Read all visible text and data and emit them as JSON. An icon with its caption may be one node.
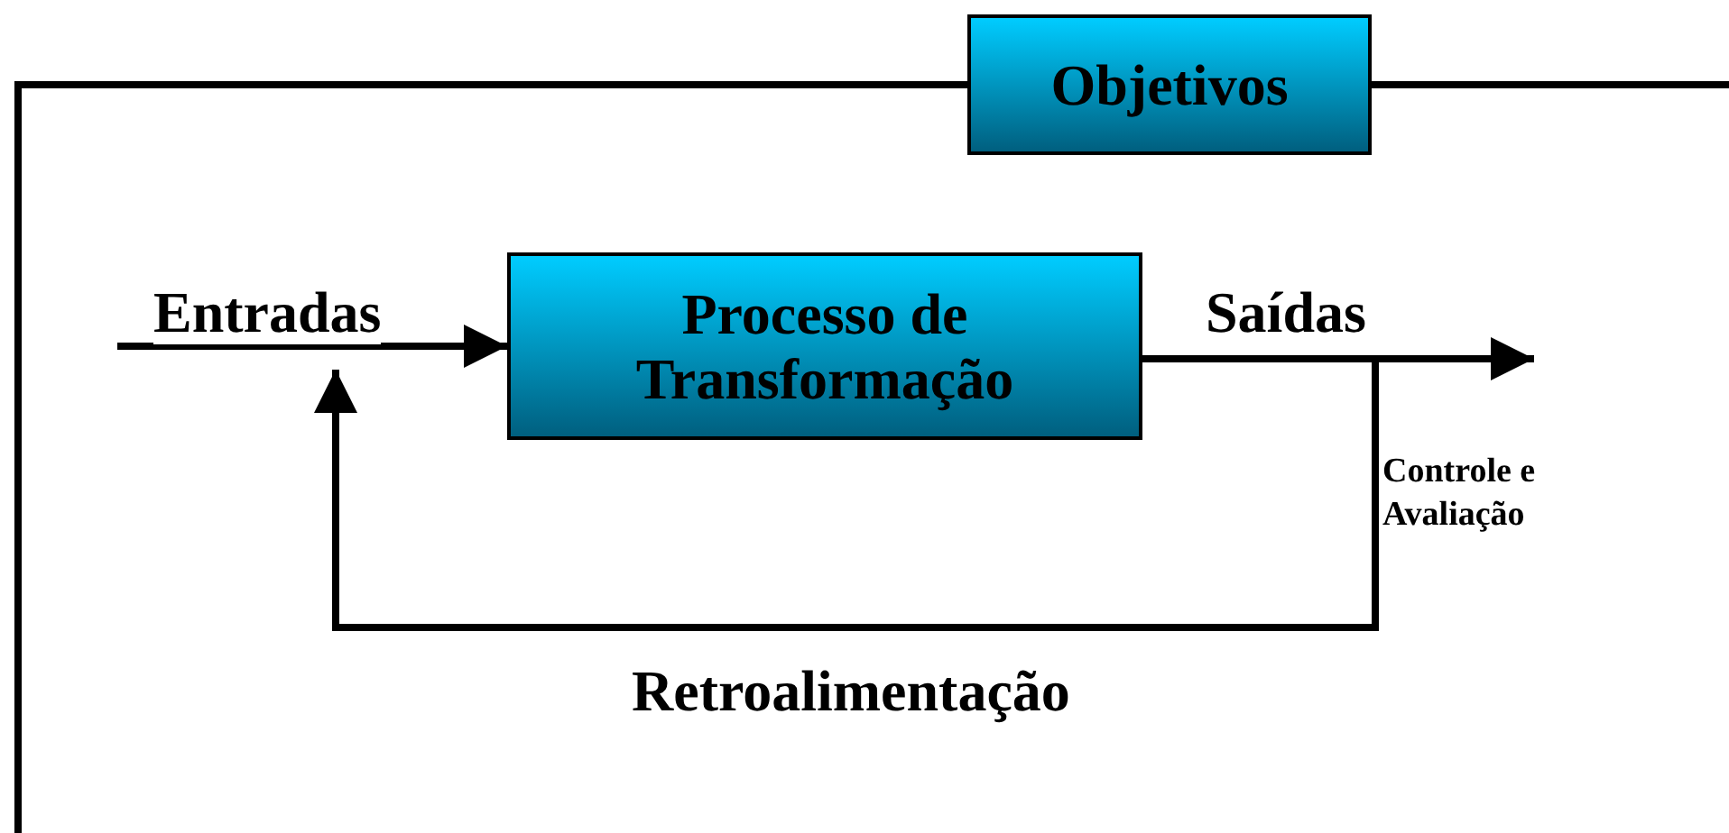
{
  "diagram": {
    "nodes": [
      {
        "text": [
          "Objetivos"
        ]
      },
      {
        "text": [
          "Processo de Transformação"
        ]
      }
    ],
    "edges": [
      {
        "from": null,
        "to": 1,
        "arrow": "to",
        "label": "Entradas"
      },
      {
        "from": 1,
        "to": null,
        "arrow": "to",
        "label": "Saídas"
      },
      {
        "from": 1,
        "to": null,
        "arrow": "to",
        "label": "Retroalimentação"
      },
      {
        "from": 0,
        "to": null,
        "arrow": "none"
      },
      {
        "from": 0,
        "to": null,
        "arrow": "none"
      }
    ],
    "labels": [
      "Controle e Avaliação"
    ]
  }
}
